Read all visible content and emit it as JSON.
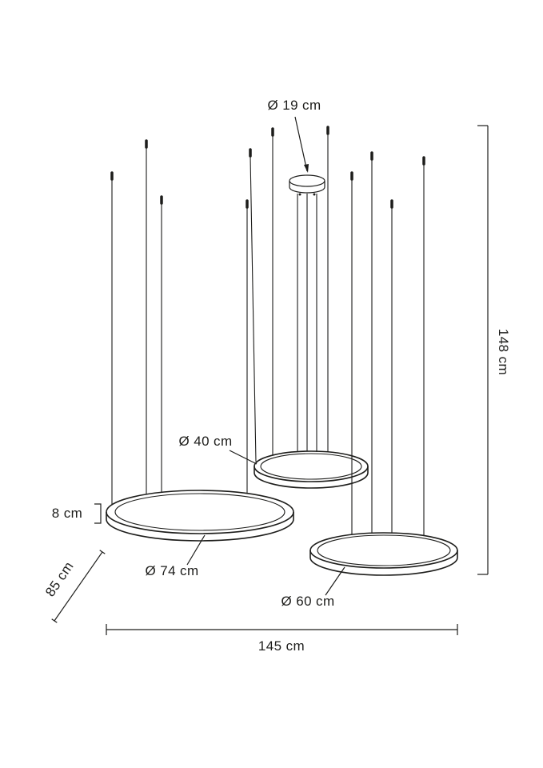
{
  "diagram": {
    "stroke_color": "#1d1d1b",
    "labels": {
      "canopy_diameter": "Ø 19 cm",
      "ring_medium_diameter": "Ø 40 cm",
      "ring_large_diameter": "Ø 74 cm",
      "ring_small_diameter": "Ø 60 cm",
      "ring_profile_height": "8 cm",
      "overall_height": "148 cm",
      "overall_width": "145 cm",
      "overall_depth": "85 cm"
    }
  }
}
